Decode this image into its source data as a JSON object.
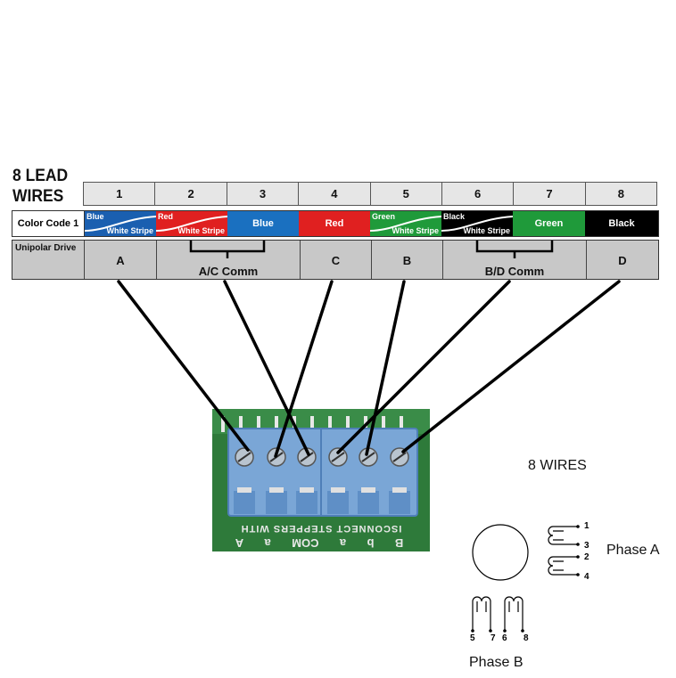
{
  "title": {
    "line1": "8 LEAD",
    "line2": "WIRES"
  },
  "wire_numbers": [
    "1",
    "2",
    "3",
    "4",
    "5",
    "6",
    "7",
    "8"
  ],
  "color_code": {
    "label": "Color Code 1",
    "cells": [
      {
        "top": "Blue",
        "bottom": "White Stripe",
        "color": "#1a5fb0"
      },
      {
        "top": "Red",
        "bottom": "White Stripe",
        "color": "#e02020"
      },
      {
        "solid": "Blue",
        "color": "#1a70c0"
      },
      {
        "solid": "Red",
        "color": "#e02020"
      },
      {
        "top": "Green",
        "bottom": "White Stripe",
        "color": "#1f9a3a"
      },
      {
        "top": "Black",
        "bottom": "White Stripe",
        "color": "#000000"
      },
      {
        "solid": "Green",
        "color": "#1f9a3a"
      },
      {
        "solid": "Black",
        "color": "#000000"
      }
    ]
  },
  "unipolar": {
    "label": "Unipolar Drive",
    "terminals": [
      "A",
      "A/C Comm",
      "C",
      "B",
      "B/D Comm",
      "D"
    ]
  },
  "board": {
    "labels": [
      "A",
      "a",
      "COM",
      "a",
      "b",
      "B"
    ],
    "silkscreen": "ISCONNECT STEPPERS WITH"
  },
  "schematic": {
    "title": "8 WIRES",
    "phase_a": "Phase A",
    "phase_b": "Phase B",
    "pins_a": [
      "1",
      "3",
      "2",
      "4"
    ],
    "pins_b": [
      "5",
      "7",
      "6",
      "8"
    ]
  },
  "colors": {
    "line": "#000000",
    "header_gray": "#e6e6e6",
    "drive_gray": "#c8c8c8",
    "terminal_blue": "#7aa6d6"
  }
}
